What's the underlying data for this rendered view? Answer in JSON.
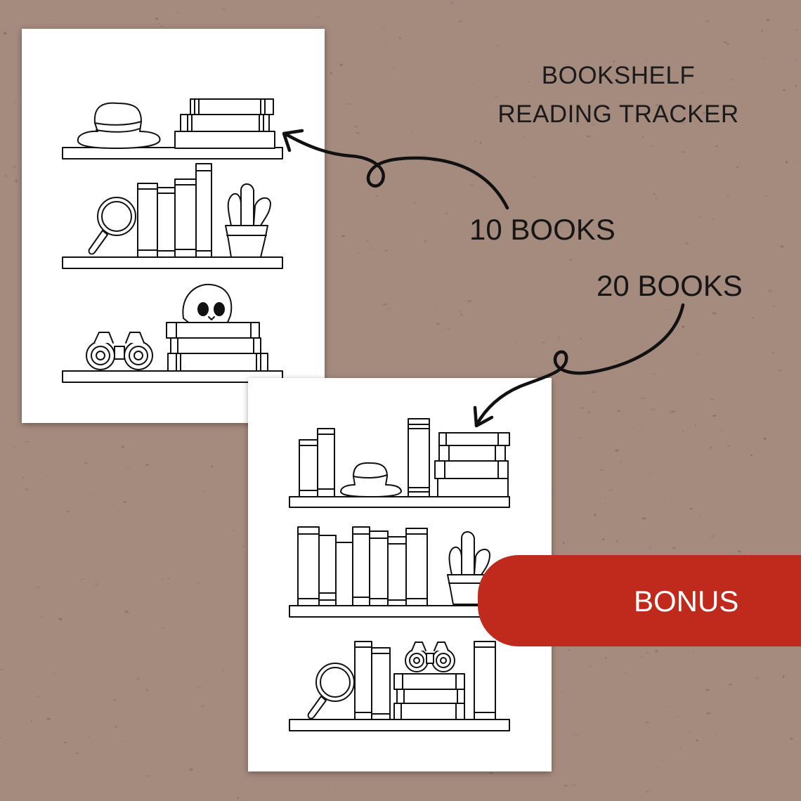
{
  "heading": {
    "line1": "BOOKSHELF",
    "line2": "READING TRACKER"
  },
  "labels": {
    "ten_books": "10 BOOKS",
    "twenty_books": "20 BOOKS"
  },
  "badge": {
    "text": "BONUS",
    "color": "#c02a1c"
  },
  "colors": {
    "background": "#a58a7e",
    "page": "#ffffff",
    "ink": "#111111"
  },
  "illustrations": {
    "page_10_books": [
      "hat-icon",
      "book-stack-icon",
      "magnifier-icon",
      "cactus-icon",
      "skull-icon",
      "binoculars-icon"
    ],
    "page_20_books": [
      "hat-icon",
      "book-stack-icon",
      "cactus-icon",
      "magnifier-icon",
      "binoculars-icon"
    ]
  }
}
